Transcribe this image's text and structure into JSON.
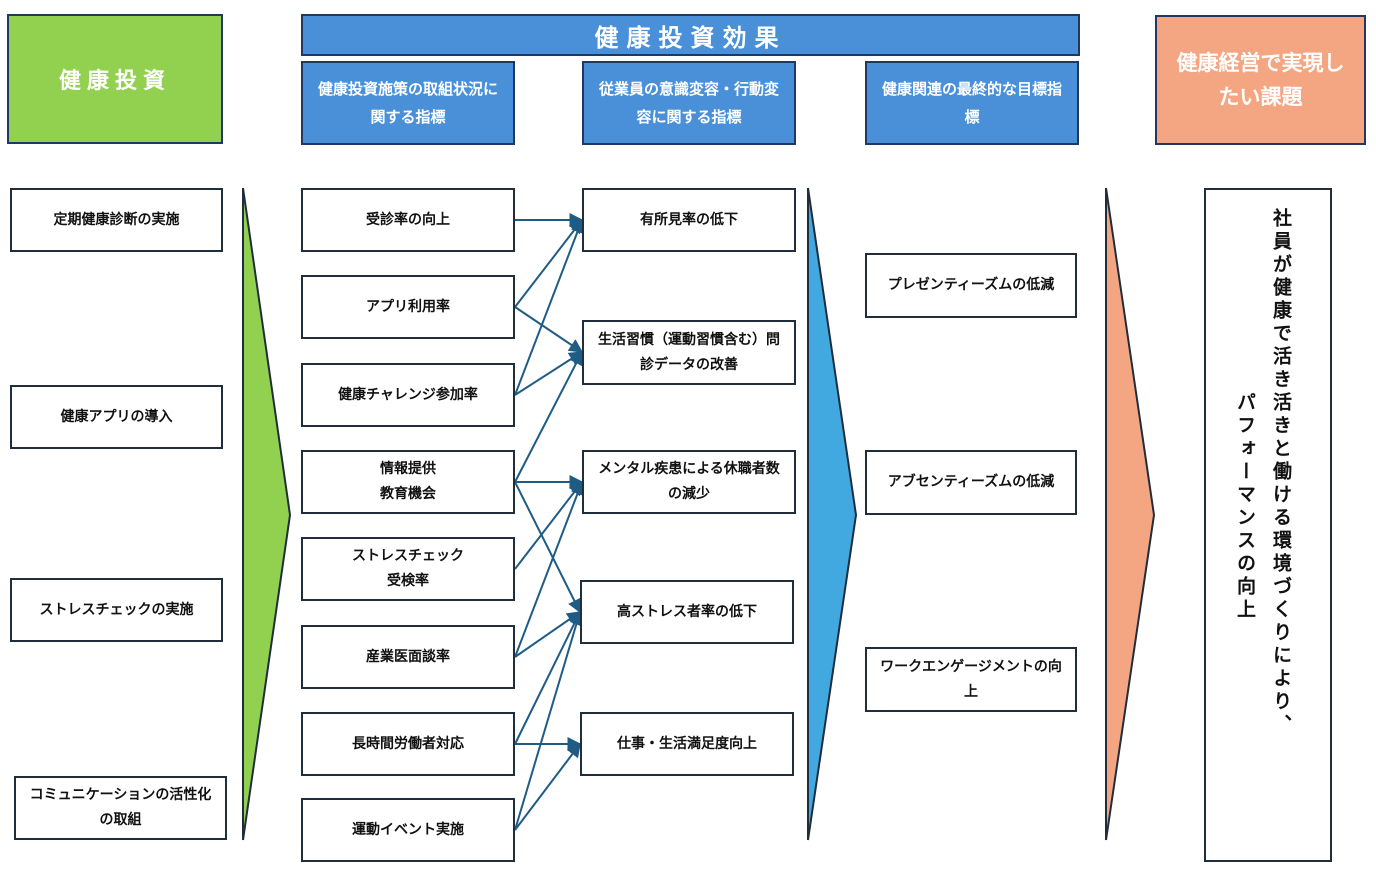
{
  "headers": {
    "investment": "健康投資",
    "effect": "健康投資効果",
    "effect_sub": [
      "健康投資施策の取組状況に関する指標",
      "従業員の意識変容・行動変容に関する指標",
      "健康関連の最終的な目標指標"
    ],
    "goal": "健康経営で実現したい課題"
  },
  "investments": [
    "定期健康診断の実施",
    "健康アプリの導入",
    "ストレスチェックの実施",
    "コミュニケーションの活性化の取組"
  ],
  "initiatives": [
    "受診率の向上",
    "アプリ利用率",
    "健康チャレンジ参加率",
    "情報提供\n教育機会",
    "ストレスチェック\n受検率",
    "産業医面談率",
    "長時間労働者対応",
    "運動イベント実施"
  ],
  "behaviors": [
    "有所見率の低下",
    "生活習慣（運動習慣含む）問診データの改善",
    "メンタル疾患による休職者数の減少",
    "高ストレス者率の低下",
    "仕事・生活満足度向上"
  ],
  "outcomes": [
    "プレゼンティーズムの低減",
    "アブセンティーズムの低減",
    "ワークエンゲージメントの向上"
  ],
  "goal_text": {
    "line1": "社員が健康で活き活きと働ける環境づくりにより、",
    "line2": "パフォーマンスの向上"
  },
  "colors": {
    "green": "#92d050",
    "blue_header": "#4a90d9",
    "blue_arrow": "#41a8e0",
    "orange": "#f4a683",
    "connector": "#1f5c85"
  }
}
